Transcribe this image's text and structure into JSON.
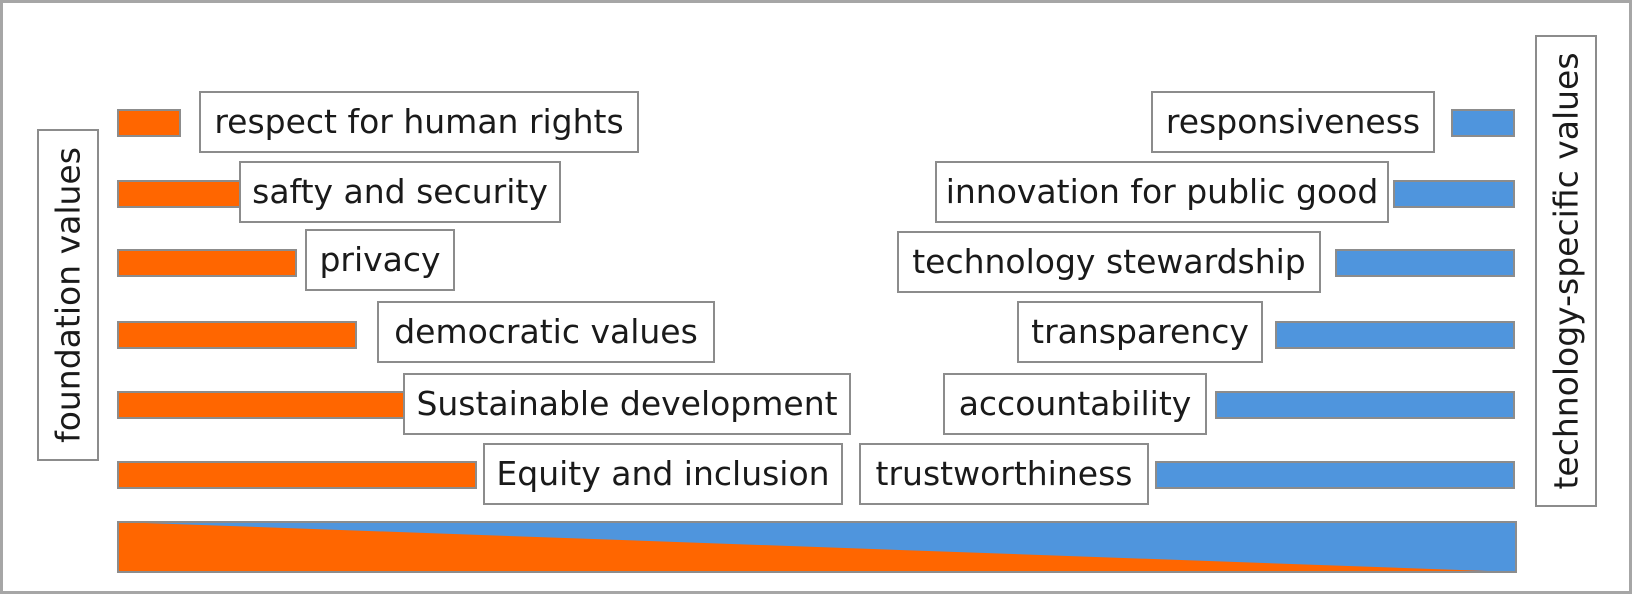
{
  "left_axis_label": "foundation values",
  "right_axis_label": "technology-specific values",
  "foundation_values": [
    "respect for human rights",
    "safty and security",
    "privacy",
    "democratic values",
    "Sustainable development",
    "Equity and inclusion"
  ],
  "technology_values": [
    "responsiveness",
    "innovation for public good",
    "technology stewardship",
    "transparency",
    "accountability",
    "trustworthiness"
  ],
  "colors": {
    "foundation": "#ff6600",
    "technology": "#4f95dd",
    "border": "#8c8c8c"
  }
}
